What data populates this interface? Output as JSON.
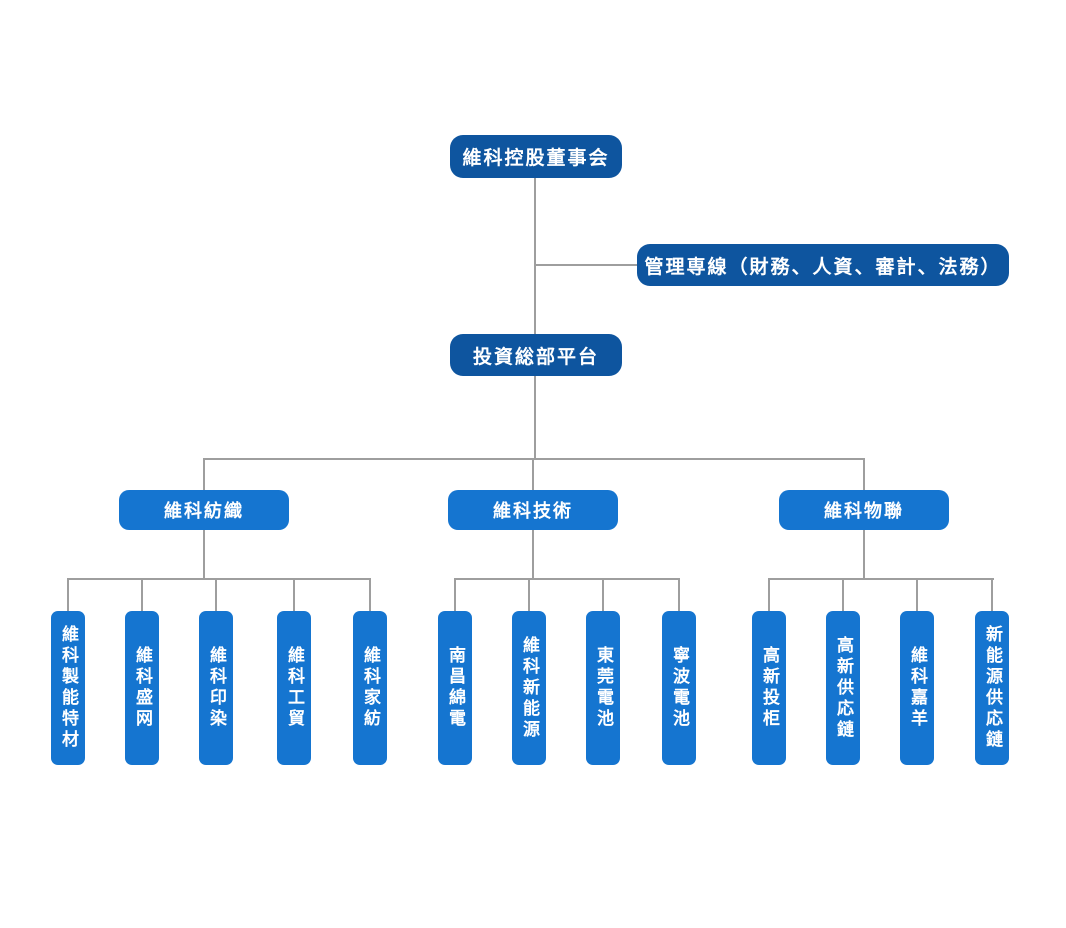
{
  "colors": {
    "level1_box": "#0E559F",
    "level2_box": "#1575D0",
    "connector_line": "#9E9E9E",
    "text": "#FFFFFF",
    "background": "#FFFFFF"
  },
  "org": {
    "root": {
      "label": "維科控股董事会"
    },
    "management": {
      "label": "管理専線（財務、人資、審計、法務）"
    },
    "platform": {
      "label": "投資総部平台"
    },
    "divisions": [
      {
        "label": "維科紡織",
        "children": [
          {
            "label": "維科製能特材"
          },
          {
            "label": "維科盛网"
          },
          {
            "label": "維科印染"
          },
          {
            "label": "維科工貿"
          },
          {
            "label": "維科家紡"
          }
        ]
      },
      {
        "label": "維科技術",
        "children": [
          {
            "label": "南昌綿電"
          },
          {
            "label": "維科新能源"
          },
          {
            "label": "東莞電池"
          },
          {
            "label": "寧波電池"
          }
        ]
      },
      {
        "label": "維科物聯",
        "children": [
          {
            "label": "高新投柜"
          },
          {
            "label": "高新供応鏈"
          },
          {
            "label": "維科嘉羊"
          },
          {
            "label": "新能源供応鏈"
          }
        ]
      }
    ]
  }
}
